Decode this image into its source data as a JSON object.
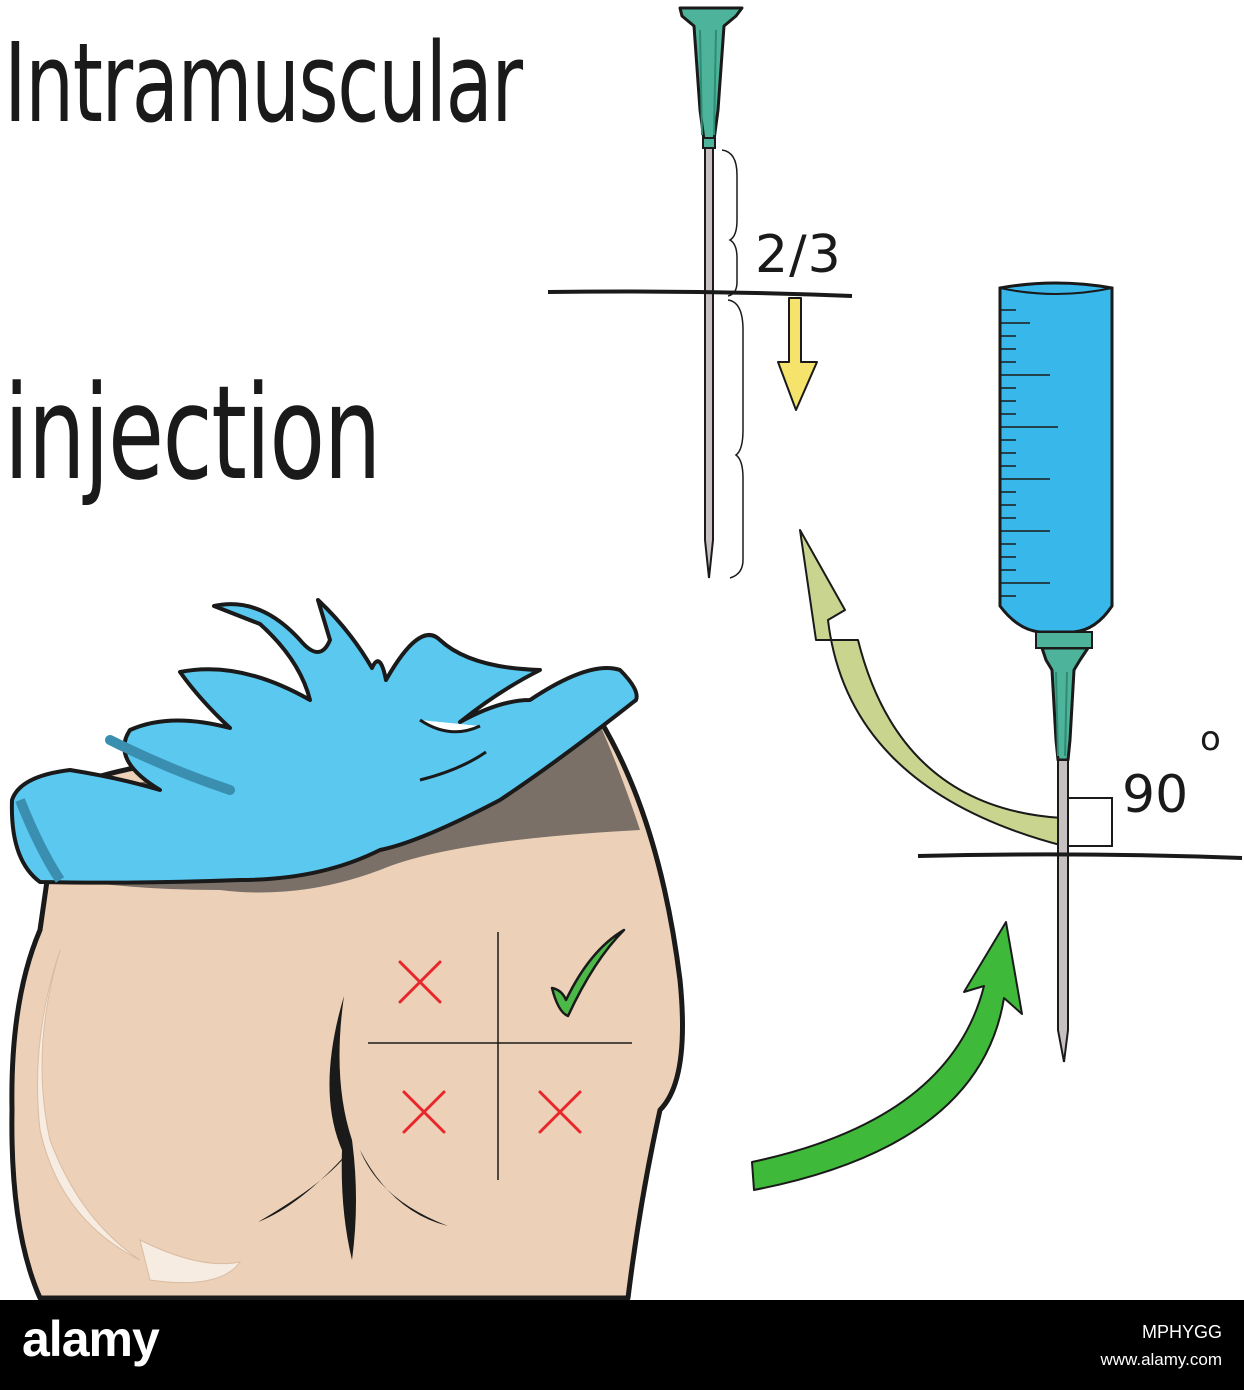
{
  "title": {
    "line1": "Intramuscular",
    "line2": "injection"
  },
  "needle_diagram": {
    "depth_label": "2/3"
  },
  "syringe_diagram": {
    "angle_label": "90",
    "degree_symbol": "o"
  },
  "colors": {
    "skin": "#ecd0b7",
    "cloth": "#5bc8f0",
    "syringe": "#38b8ea",
    "needle_hub": "#4db39a",
    "green_arrow": "#3fb93a",
    "pale_arrow": "#c9d48f",
    "yellow_arrow": "#f5e36b",
    "cross_mark": "#e8262b",
    "check_mark": "#4cb848"
  },
  "footer": {
    "brand": "alamy",
    "image_id": "MPHYGG",
    "url": "www.alamy.com"
  }
}
